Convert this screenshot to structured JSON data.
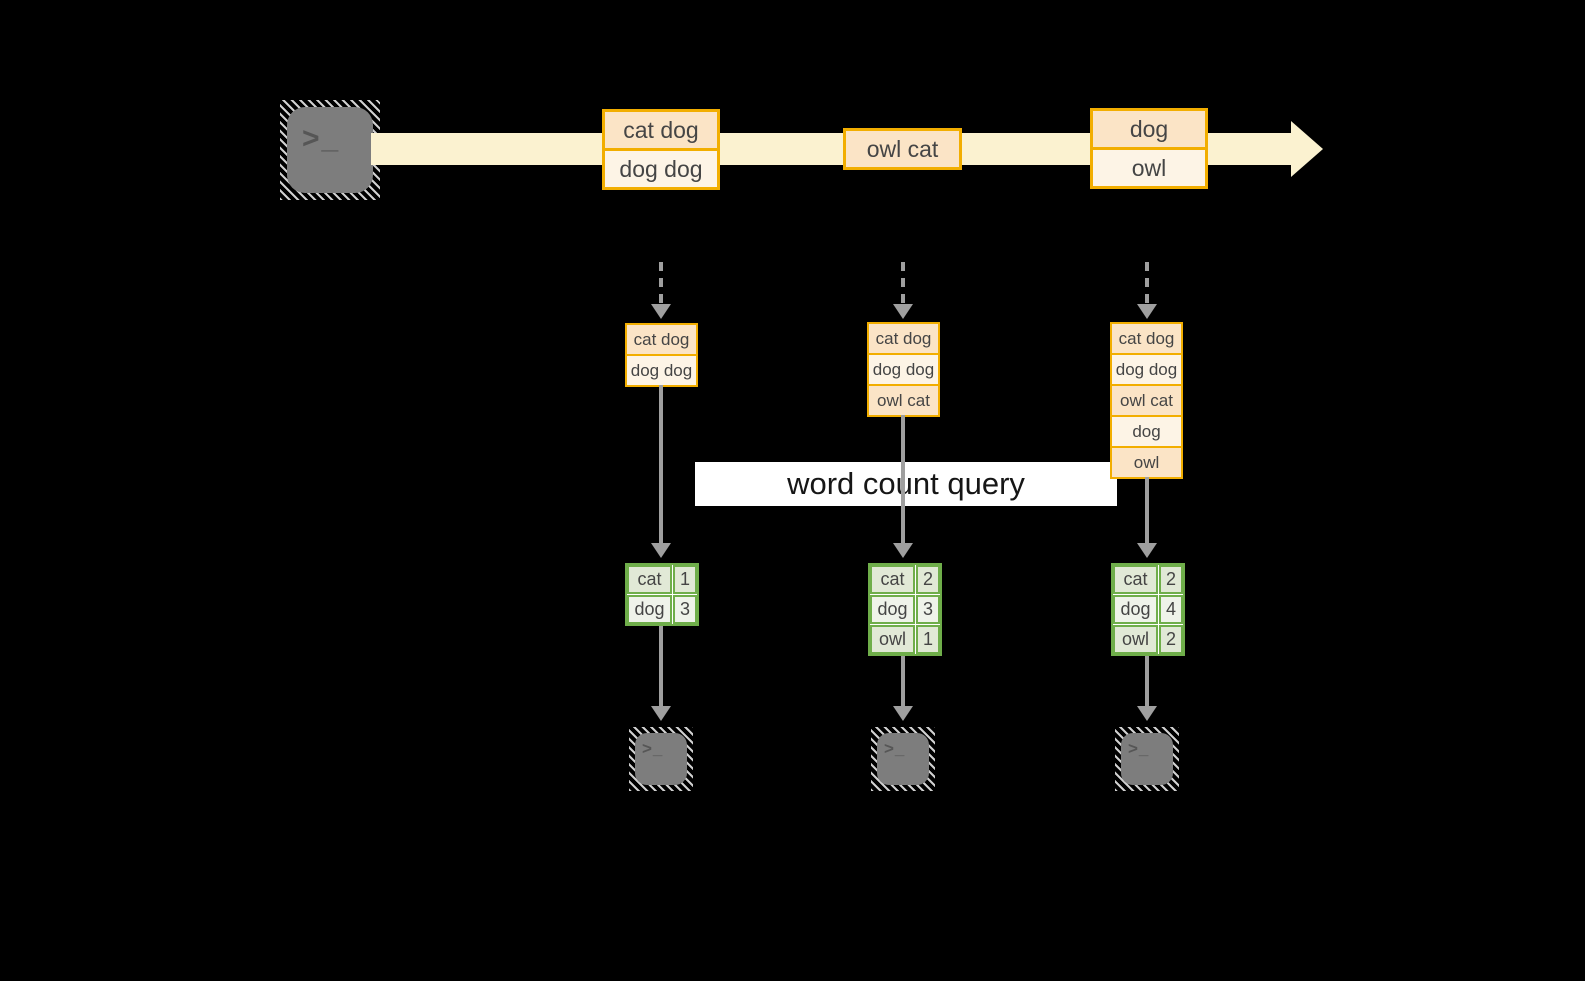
{
  "query_label": {
    "text": "word count query"
  },
  "icons": {
    "terminal_prompt": ">_"
  },
  "timeline": {
    "events": [
      {
        "lines": [
          "cat dog",
          "dog dog"
        ]
      },
      {
        "lines": [
          "owl cat"
        ]
      },
      {
        "lines": [
          "dog",
          "owl"
        ]
      }
    ]
  },
  "stacks": [
    {
      "cells": [
        "cat dog",
        "dog dog"
      ]
    },
    {
      "cells": [
        "cat dog",
        "dog dog",
        "owl cat"
      ]
    },
    {
      "cells": [
        "cat dog",
        "dog dog",
        "owl cat",
        "dog",
        "owl"
      ]
    }
  ],
  "count_tables": [
    {
      "rows": [
        [
          "cat",
          "1"
        ],
        [
          "dog",
          "3"
        ]
      ]
    },
    {
      "rows": [
        [
          "cat",
          "2"
        ],
        [
          "dog",
          "3"
        ],
        [
          "owl",
          "1"
        ]
      ]
    },
    {
      "rows": [
        [
          "cat",
          "2"
        ],
        [
          "dog",
          "4"
        ],
        [
          "owl",
          "2"
        ]
      ]
    }
  ],
  "colors": {
    "orange_border": "#F2AE00",
    "peach_fill": "#FBE4C6",
    "cream_fill": "#FDF4E6",
    "band_fill": "#FBF2D0",
    "green_border": "#6FAE4A",
    "green_fill_dark": "#E1E9D6",
    "green_fill_light": "#EFF3EA",
    "arrow_gray": "#9F9F9F",
    "terminal_gray": "#7D7D7D",
    "label_bg": "#FFFFFF",
    "label_text": "#161616",
    "bg": "#000000"
  }
}
